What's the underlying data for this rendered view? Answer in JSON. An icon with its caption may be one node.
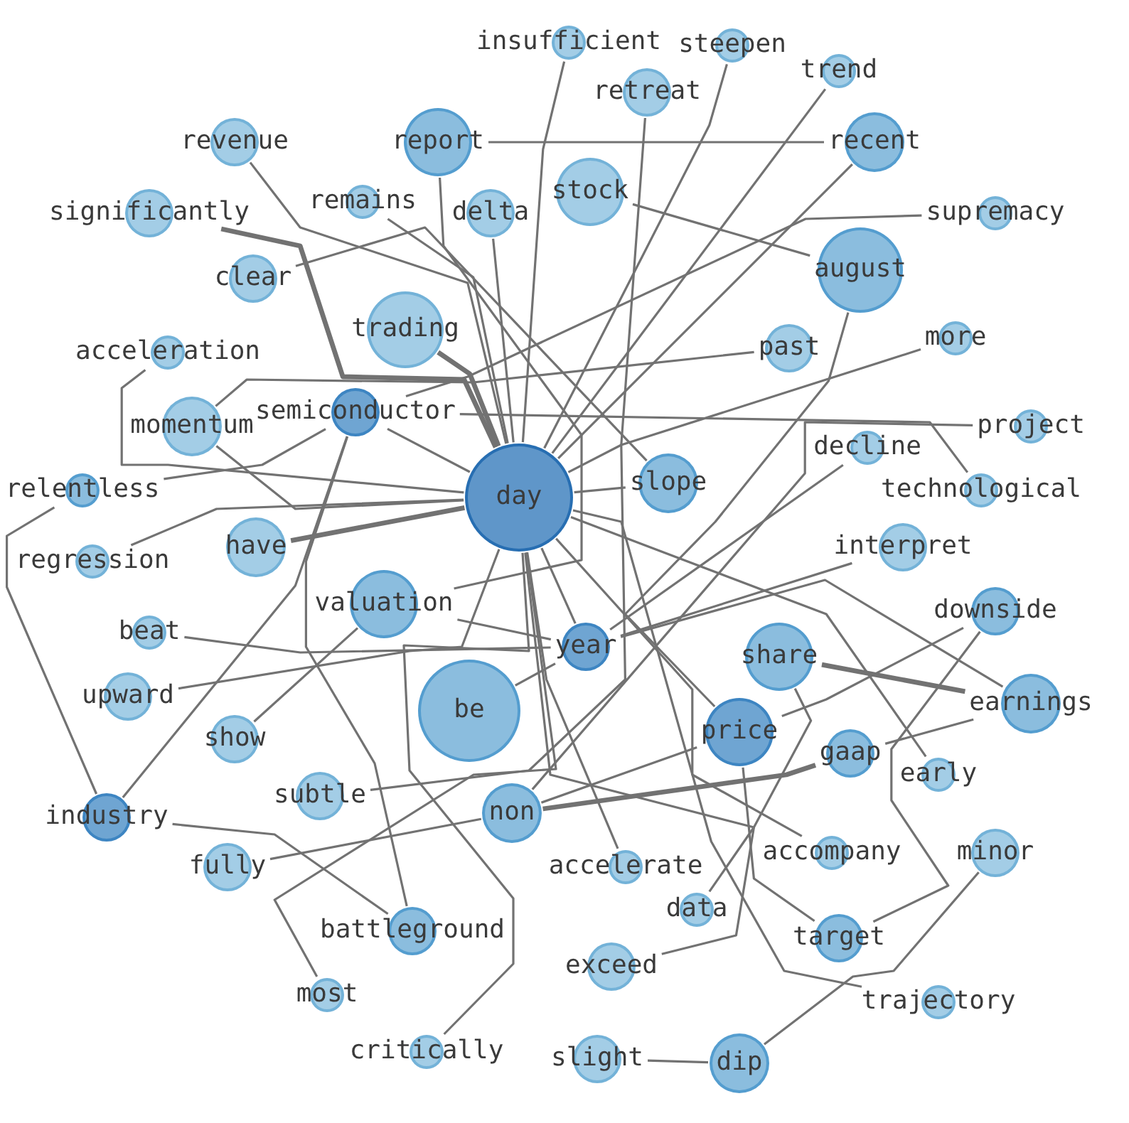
{
  "diagram": {
    "nodes": [
      {
        "text": [
          "revenue"
        ]
      },
      {
        "text": [
          "remains"
        ]
      },
      {
        "text": [
          "report"
        ]
      },
      {
        "text": [
          "delta"
        ]
      },
      {
        "text": [
          "retreat"
        ]
      },
      {
        "text": [
          "steepen"
        ]
      },
      {
        "text": [
          "trend"
        ]
      },
      {
        "text": [
          "recent"
        ]
      },
      {
        "text": [
          "stock"
        ]
      },
      {
        "text": [
          "august"
        ]
      },
      {
        "text": [
          "supremacy"
        ]
      },
      {
        "text": [
          "significantly"
        ]
      },
      {
        "text": [
          "clear"
        ]
      },
      {
        "text": [
          "insufficient"
        ]
      },
      {
        "text": [
          "past"
        ]
      },
      {
        "text": [
          "trading"
        ]
      },
      {
        "text": [
          "more"
        ]
      },
      {
        "text": [
          "acceleration"
        ]
      },
      {
        "text": [
          "momentum"
        ]
      },
      {
        "text": [
          "relentless"
        ]
      },
      {
        "text": [
          "semiconductor"
        ]
      },
      {
        "text": [
          "day"
        ]
      },
      {
        "text": [
          "project"
        ]
      },
      {
        "text": [
          "decline"
        ]
      },
      {
        "text": [
          "technological"
        ]
      },
      {
        "text": [
          "slope"
        ]
      },
      {
        "text": [
          "regression"
        ]
      },
      {
        "text": [
          "interpret"
        ]
      },
      {
        "text": [
          "have"
        ]
      },
      {
        "text": [
          "valuation"
        ]
      },
      {
        "text": [
          "downside"
        ]
      },
      {
        "text": [
          "beat"
        ]
      },
      {
        "text": [
          "year"
        ]
      },
      {
        "text": [
          "upward"
        ]
      },
      {
        "text": [
          "be"
        ]
      },
      {
        "text": [
          "share"
        ]
      },
      {
        "text": [
          "show"
        ]
      },
      {
        "text": [
          "earnings"
        ]
      },
      {
        "text": [
          "price"
        ]
      },
      {
        "text": [
          "early"
        ]
      },
      {
        "text": [
          "gaap"
        ]
      },
      {
        "text": [
          "non"
        ]
      },
      {
        "text": [
          "subtle"
        ]
      },
      {
        "text": [
          "industry"
        ]
      },
      {
        "text": [
          "accelerate"
        ]
      },
      {
        "text": [
          "fully"
        ]
      },
      {
        "text": [
          "minor"
        ]
      },
      {
        "text": [
          "accompany"
        ]
      },
      {
        "text": [
          "data"
        ]
      },
      {
        "text": [
          "battleground"
        ]
      },
      {
        "text": [
          "exceed"
        ]
      },
      {
        "text": [
          "target"
        ]
      },
      {
        "text": [
          "trajectory"
        ]
      },
      {
        "text": [
          "most"
        ]
      },
      {
        "text": [
          "critically"
        ]
      },
      {
        "text": [
          "slight"
        ]
      },
      {
        "text": [
          "dip"
        ]
      }
    ],
    "edges": [
      {
        "from": 0,
        "to": 21,
        "arrow": "none"
      },
      {
        "from": 1,
        "to": 21,
        "arrow": "none"
      },
      {
        "from": 2,
        "to": 7,
        "arrow": "none"
      },
      {
        "from": 2,
        "to": 29,
        "arrow": "none"
      },
      {
        "from": 3,
        "to": 21,
        "arrow": "none"
      },
      {
        "from": 4,
        "to": 42,
        "arrow": "none"
      },
      {
        "from": 5,
        "to": 21,
        "arrow": "none"
      },
      {
        "from": 6,
        "to": 21,
        "arrow": "none"
      },
      {
        "from": 7,
        "to": 21,
        "arrow": "none"
      },
      {
        "from": 8,
        "to": 9,
        "arrow": "none"
      },
      {
        "from": 9,
        "to": 38,
        "arrow": "none"
      },
      {
        "from": 10,
        "to": 20,
        "arrow": "none"
      },
      {
        "from": 11,
        "to": 21,
        "arrow": "none",
        "style": "thick"
      },
      {
        "from": 12,
        "to": 25,
        "arrow": "none"
      },
      {
        "from": 13,
        "to": 21,
        "arrow": "none"
      },
      {
        "from": 14,
        "to": 18,
        "arrow": "none"
      },
      {
        "from": 15,
        "to": 21,
        "arrow": "none",
        "style": "thick"
      },
      {
        "from": 16,
        "to": 21,
        "arrow": "none"
      },
      {
        "from": 17,
        "to": 21,
        "arrow": "none"
      },
      {
        "from": 18,
        "to": 21,
        "arrow": "none"
      },
      {
        "from": 19,
        "to": 20,
        "arrow": "none"
      },
      {
        "from": 19,
        "to": 43,
        "arrow": "none"
      },
      {
        "from": 20,
        "to": 21,
        "arrow": "none"
      },
      {
        "from": 20,
        "to": 24,
        "arrow": "none"
      },
      {
        "from": 20,
        "to": 49,
        "arrow": "none"
      },
      {
        "from": 20,
        "to": 43,
        "arrow": "none"
      },
      {
        "from": 21,
        "to": 25,
        "arrow": "none"
      },
      {
        "from": 21,
        "to": 26,
        "arrow": "none"
      },
      {
        "from": 21,
        "to": 28,
        "arrow": "none",
        "style": "thick"
      },
      {
        "from": 21,
        "to": 32,
        "arrow": "none"
      },
      {
        "from": 21,
        "to": 33,
        "arrow": "none"
      },
      {
        "from": 21,
        "to": 39,
        "arrow": "none"
      },
      {
        "from": 21,
        "to": 44,
        "arrow": "none"
      },
      {
        "from": 21,
        "to": 47,
        "arrow": "none"
      },
      {
        "from": 21,
        "to": 48,
        "arrow": "none"
      },
      {
        "from": 21,
        "to": 52,
        "arrow": "none"
      },
      {
        "from": 21,
        "to": 53,
        "arrow": "none"
      },
      {
        "from": 21,
        "to": 54,
        "arrow": "none"
      },
      {
        "from": 22,
        "to": 41,
        "arrow": "none"
      },
      {
        "from": 23,
        "to": 32,
        "arrow": "none"
      },
      {
        "from": 27,
        "to": 32,
        "arrow": "none"
      },
      {
        "from": 29,
        "to": 32,
        "arrow": "none"
      },
      {
        "from": 29,
        "to": 36,
        "arrow": "none"
      },
      {
        "from": 30,
        "to": 38,
        "arrow": "none"
      },
      {
        "from": 30,
        "to": 51,
        "arrow": "none"
      },
      {
        "from": 31,
        "to": 32,
        "arrow": "none"
      },
      {
        "from": 32,
        "to": 34,
        "arrow": "none"
      },
      {
        "from": 32,
        "to": 37,
        "arrow": "none"
      },
      {
        "from": 35,
        "to": 37,
        "arrow": "none",
        "style": "thick"
      },
      {
        "from": 35,
        "to": 50,
        "arrow": "none"
      },
      {
        "from": 37,
        "to": 40,
        "arrow": "none"
      },
      {
        "from": 38,
        "to": 41,
        "arrow": "none"
      },
      {
        "from": 38,
        "to": 51,
        "arrow": "none"
      },
      {
        "from": 40,
        "to": 41,
        "arrow": "none",
        "style": "thick"
      },
      {
        "from": 41,
        "to": 45,
        "arrow": "none"
      },
      {
        "from": 43,
        "to": 49,
        "arrow": "none"
      },
      {
        "from": 46,
        "to": 56,
        "arrow": "none"
      },
      {
        "from": 55,
        "to": 56,
        "arrow": "none"
      }
    ]
  }
}
